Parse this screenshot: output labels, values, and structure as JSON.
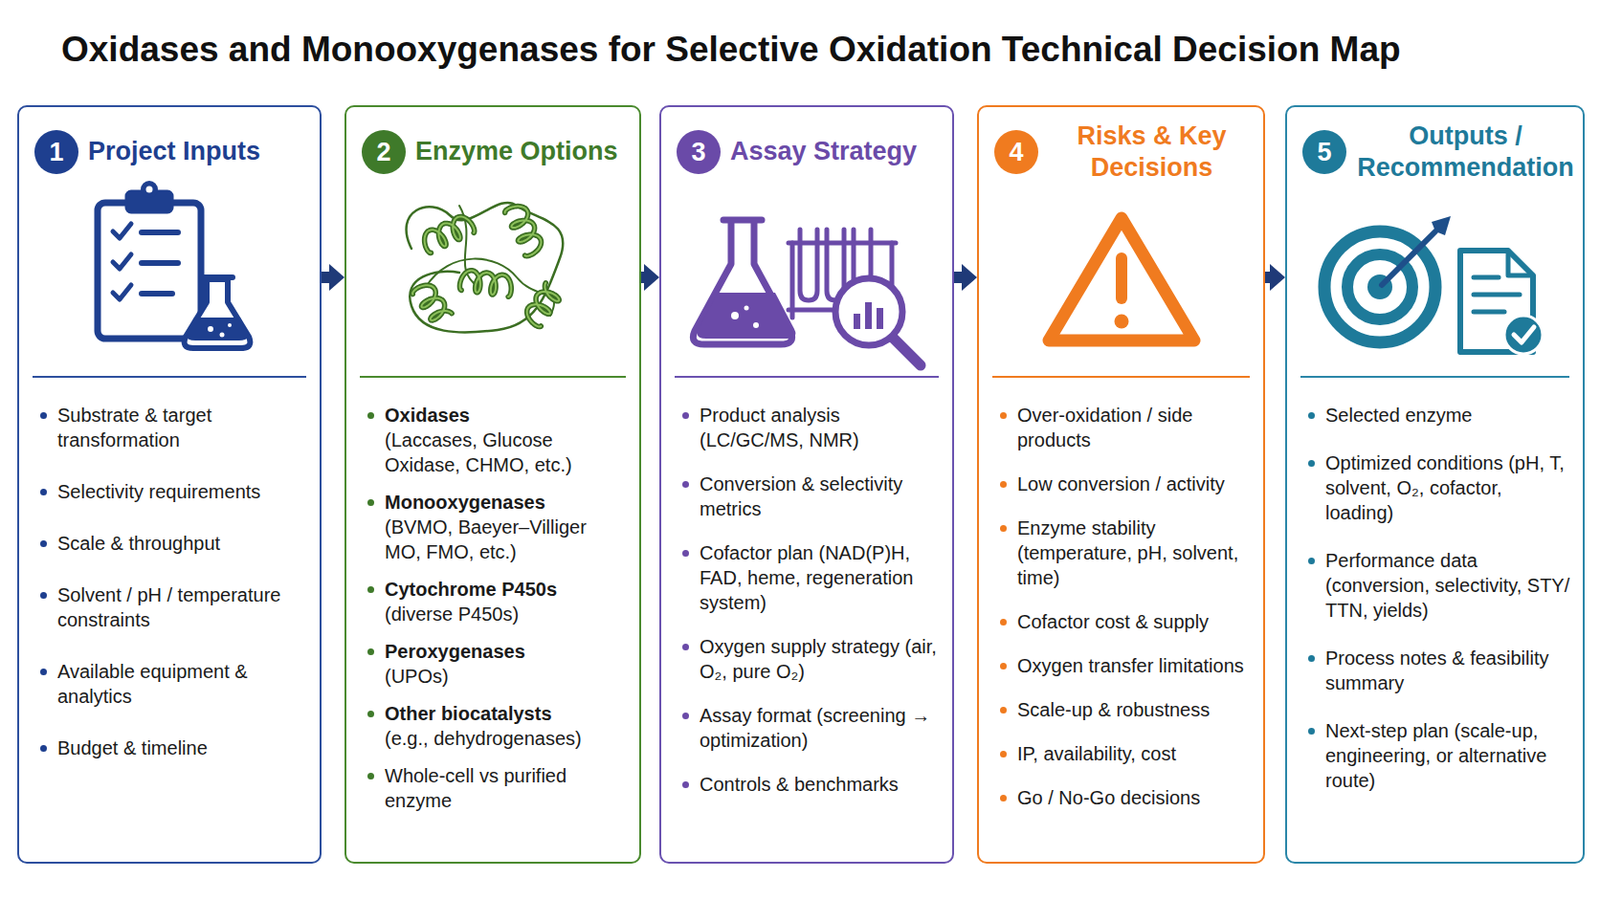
{
  "diagram": {
    "title": "Oxidases and Monooxygenases for Selective Oxidation Technical Decision Map",
    "nodes": [
      {
        "text": [
          "Project Inputs",
          "Substrate & target transformation",
          "Selectivity requirements",
          "Scale & throughput",
          "Solvent / pH / temperature constraints",
          "Available equipment & analytics",
          "Budget & timeline"
        ]
      },
      {
        "text": [
          "1"
        ],
        "in": 0
      },
      {
        "text": [
          "Enzyme Options",
          "Oxidases",
          "(Laccases, Glucose Oxidase, CHMO, etc.)",
          "Monooxygenases",
          "(BVMO, Baeyer–Villiger MO, FMO, etc.)",
          "Cytochrome P450s",
          "(diverse P450s)",
          "Peroxygenases",
          "(UPOs)",
          "Other biocatalysts",
          "(e.g., dehydrogenases)",
          "Whole-cell vs purified enzyme"
        ]
      },
      {
        "text": [
          "2"
        ],
        "in": 2
      },
      {
        "text": [
          "Assay Strategy",
          "Product analysis (LC/GC/MS, NMR)",
          "Conversion & selectivity metrics",
          "Cofactor plan (NAD(P)H, FAD, heme, regeneration system)",
          "Oxygen supply strategy (air, O₂, pure O₂)",
          "Assay format (screening → optimization)",
          "Controls & benchmarks"
        ]
      },
      {
        "text": [
          "3"
        ],
        "in": 4
      },
      {
        "text": [
          "Risks & Key Decisions",
          "Over-oxidation / side products",
          "Low conversion / activity",
          "Enzyme stability (temperature, pH, solvent, time)",
          "Cofactor cost & supply",
          "Oxygen transfer limitations",
          "Scale-up & robustness",
          "IP, availability, cost",
          "Go / No-Go decisions"
        ]
      },
      {
        "text": [
          "4"
        ],
        "in": 6
      },
      {
        "text": [
          "Outputs / Recommendation",
          "Selected enzyme",
          "Optimized conditions (pH, T, solvent, O₂, cofactor, loading)",
          "Performance data (conversion, selectivity, STY/ TTN, yields)",
          "Process notes & feasibility summary",
          "Next-step plan (scale-up, engineering, or alternative route)"
        ]
      },
      {
        "text": [
          "5"
        ],
        "in": 8
      }
    ],
    "edges": [
      {
        "from": 0,
        "to": 2,
        "arrow": "to"
      },
      {
        "from": 2,
        "to": 4,
        "arrow": "to"
      },
      {
        "from": 4,
        "to": 6,
        "arrow": "to"
      },
      {
        "from": 6,
        "to": 8,
        "arrow": "to"
      }
    ]
  }
}
